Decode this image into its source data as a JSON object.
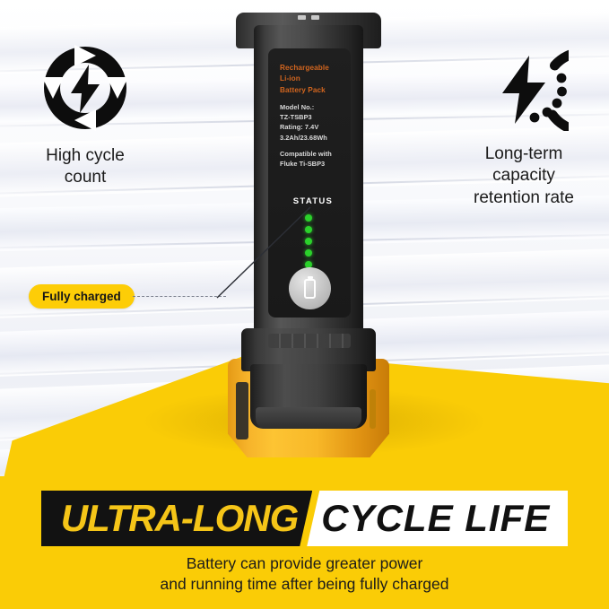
{
  "colors": {
    "yellow": "#FACC06",
    "badge_yellow": "#FDCD07",
    "banner_black": "#121212",
    "banner_text_yellow": "#F5C518",
    "led_green": "#2BD12B",
    "label_orange": "#D1651F"
  },
  "features": {
    "left": {
      "icon": "cycle-arrows-bolt-icon",
      "caption": "High cycle\ncount"
    },
    "right": {
      "icon": "capacity-retention-bolt-icon",
      "caption": "Long-term\ncapacity\nretention rate"
    }
  },
  "callout": {
    "badge_label": "Fully charged",
    "leader": "dashed-leader-line"
  },
  "battery": {
    "label": {
      "headline_line1": "Rechargeable",
      "headline_line2": "Li-ion",
      "headline_line3": "Battery Pack",
      "spec_line1": "Model No.:",
      "spec_line2": "TZ-TSBP3",
      "spec_line3": "Rating: 7.4V",
      "spec_line4": "3.2Ah/23.68Wh",
      "compat_line1": "Compatible with",
      "compat_line2": "Fluke Ti-SBP3"
    },
    "status_label": "STATUS",
    "led_count": 5,
    "leds_lit": 5,
    "button_icon": "battery-icon"
  },
  "banner": {
    "left_text": "ULTRA-LONG",
    "right_text": "CYCLE  LIFE",
    "subtitle_line1": "Battery can provide greater power",
    "subtitle_line2": "and running time after being fully charged"
  }
}
